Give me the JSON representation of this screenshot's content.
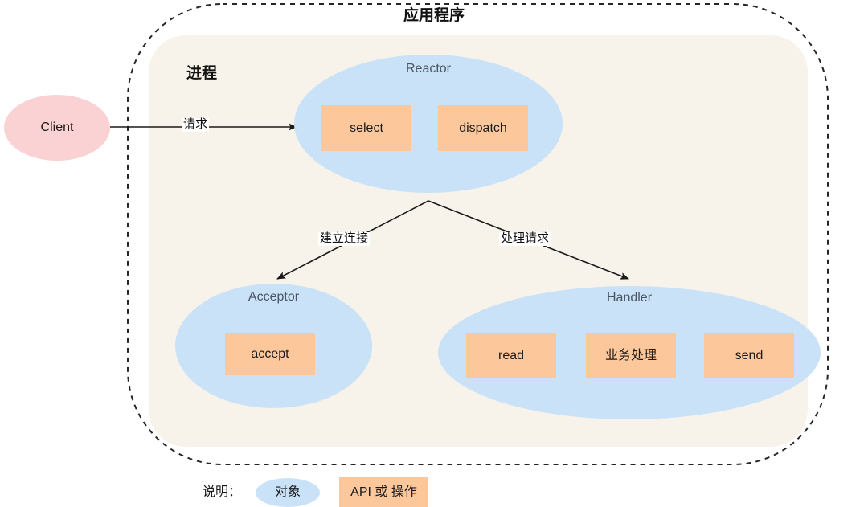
{
  "diagram": {
    "title": "应用程序",
    "process_label": "进程",
    "client": {
      "label": "Client"
    },
    "request_edge_label": "请求",
    "reactor": {
      "label": "Reactor",
      "operations": [
        {
          "label": "select"
        },
        {
          "label": "dispatch"
        }
      ]
    },
    "branch_labels": {
      "left": "建立连接",
      "right": "处理请求"
    },
    "acceptor": {
      "label": "Acceptor",
      "operations": [
        {
          "label": "accept"
        }
      ]
    },
    "handler": {
      "label": "Handler",
      "operations": [
        {
          "label": "read"
        },
        {
          "label": "业务处理"
        },
        {
          "label": "send"
        }
      ]
    }
  },
  "legend": {
    "caption": "说明：",
    "object_swatch_label": "对象",
    "api_swatch_label": "API 或 操作"
  },
  "colors": {
    "object_fill": "#c9e2f8",
    "api_fill": "#fcc89b",
    "client_fill": "#fad2d3",
    "process_panel_fill": "#f7f3ea",
    "boundary_stroke": "#262626",
    "arrow_stroke": "#1a1a1a",
    "page_background": "#ffffff"
  }
}
